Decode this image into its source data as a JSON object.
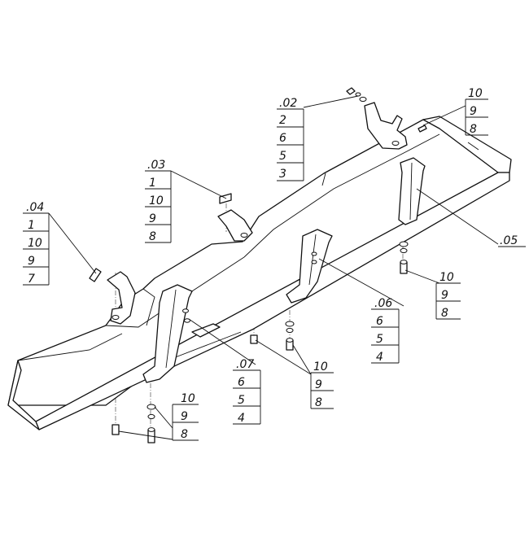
{
  "callouts": [
    {
      "id": "c02",
      "label": ".02",
      "items": [
        "2",
        "6",
        "5",
        "3"
      ]
    },
    {
      "id": "c03",
      "label": ".03",
      "items": [
        "1",
        "10",
        "9",
        "8"
      ]
    },
    {
      "id": "c04",
      "label": ".04",
      "items": [
        "1",
        "10",
        "9",
        "7"
      ]
    },
    {
      "id": "c05",
      "label": ".05",
      "items": []
    },
    {
      "id": "c06",
      "label": ".06",
      "items": [
        "6",
        "5",
        "4"
      ]
    },
    {
      "id": "c07",
      "label": ".07",
      "items": [
        "6",
        "5",
        "4"
      ]
    },
    {
      "id": "cTopRight",
      "label": "10",
      "items": [
        "9",
        "8"
      ]
    },
    {
      "id": "cMidRight",
      "label": "10",
      "items": [
        "9",
        "8"
      ]
    },
    {
      "id": "cMidCenter",
      "label": "10",
      "items": [
        "9",
        "8"
      ]
    },
    {
      "id": "cBottomLeft",
      "label": "10",
      "items": [
        "9",
        "8"
      ]
    }
  ]
}
